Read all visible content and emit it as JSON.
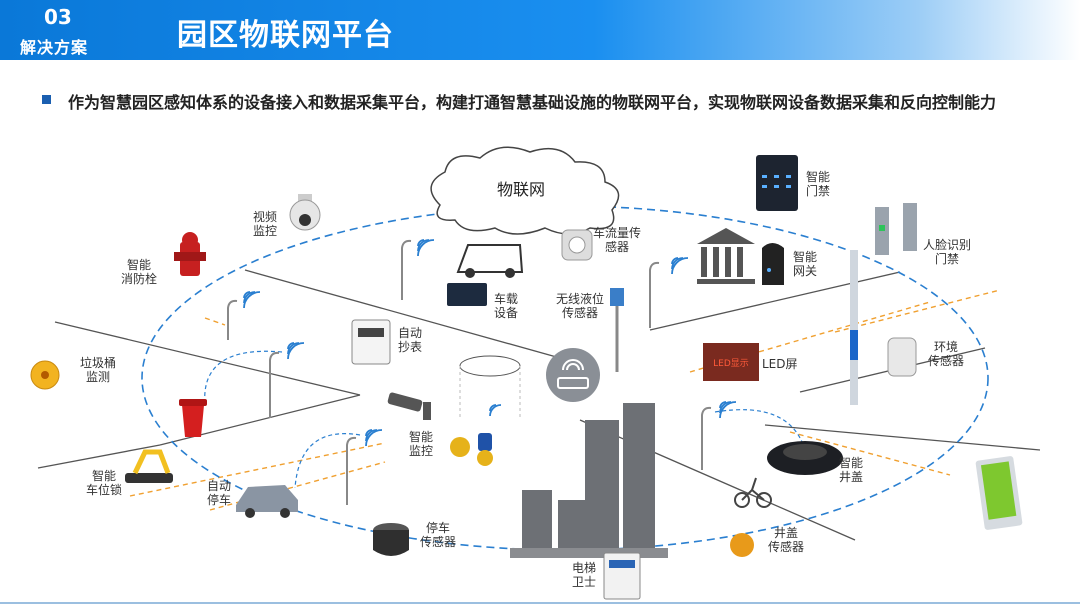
{
  "header": {
    "section_number": "03",
    "section_name": "解决方案",
    "title": "园区物联网平台"
  },
  "description": "作为智慧园区感知体系的设备接入和数据采集平台，构建打通智慧基础设施的物联网平台，实现物联网设备数据采集和反向控制能力",
  "cloud_label": "物联网",
  "devices": {
    "video": "视频\n监控",
    "hydrant": "智能\n消防栓",
    "trash": "垃圾桶\n监测",
    "parking_lock": "智能\n车位锁",
    "auto_park": "自动\n停车",
    "parking_sensor": "停车\n传感器",
    "meter": "自动\n抄表",
    "vehicle": "车载\n设备",
    "traffic": "车流量传\n感器",
    "liquid": "无线液位\n传感器",
    "smart_monitor": "智能\n监控",
    "elevator": "电梯\n卫士",
    "access": "智能\n门禁",
    "face": "人脸识别\n门禁",
    "gateway": "智能\n网关",
    "led": "LED屏",
    "env": "环境\n传感器",
    "manhole": "智能\n井盖",
    "manhole_sensor": "井盖\n传感器"
  },
  "led_text": "LED显示"
}
